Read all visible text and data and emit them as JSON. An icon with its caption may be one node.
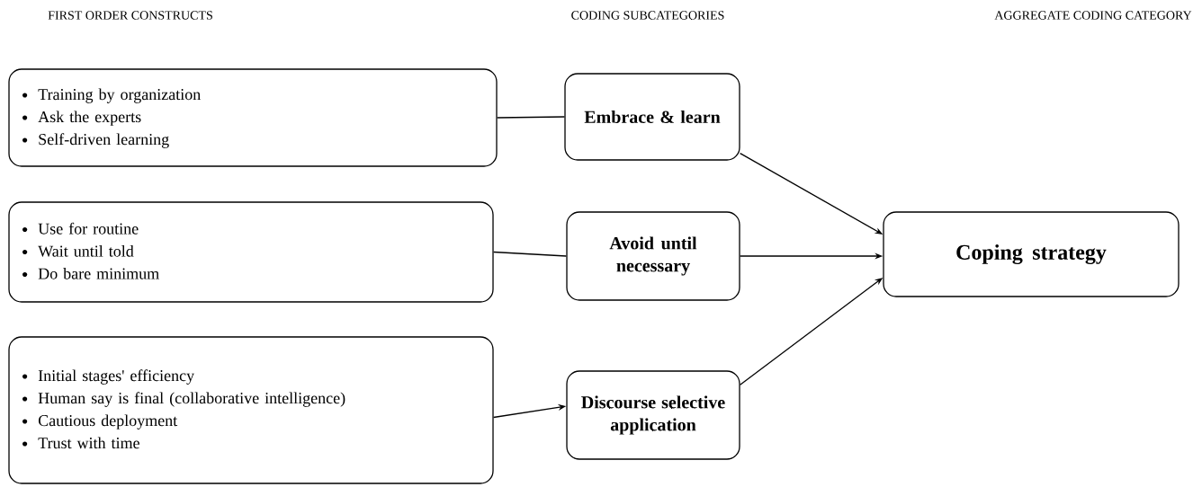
{
  "diagram": {
    "nodes": [
      {
        "text": [
          "Training by organization",
          "Ask the experts",
          "Self-driven learning"
        ]
      },
      {
        "text": [
          "Use for routine",
          "Wait until told",
          "Do bare minimum"
        ]
      },
      {
        "text": [
          "Initial stages' efficiency",
          "Human say is final (collaborative intelligence)",
          "Cautious deployment",
          "Trust with time"
        ]
      },
      {
        "text": [
          "Embrace & learn"
        ]
      },
      {
        "text": [
          "Avoid until necessary"
        ]
      },
      {
        "text": [
          "Discourse selective application"
        ]
      },
      {
        "text": [
          "Coping strategy"
        ]
      }
    ],
    "edges": [
      {
        "from": 0,
        "to": 3,
        "arrow": "none"
      },
      {
        "from": 1,
        "to": 4,
        "arrow": "none"
      },
      {
        "from": 2,
        "to": 5,
        "arrow": "to"
      },
      {
        "from": 3,
        "to": 6,
        "arrow": "to"
      },
      {
        "from": 4,
        "to": 6,
        "arrow": "to"
      },
      {
        "from": 5,
        "to": 6,
        "arrow": "to"
      }
    ],
    "labels": [
      "FIRST ORDER CONSTRUCTS",
      "CODING SUBCATEGORIES",
      "AGGREGATE CODING CATEGORY"
    ]
  }
}
